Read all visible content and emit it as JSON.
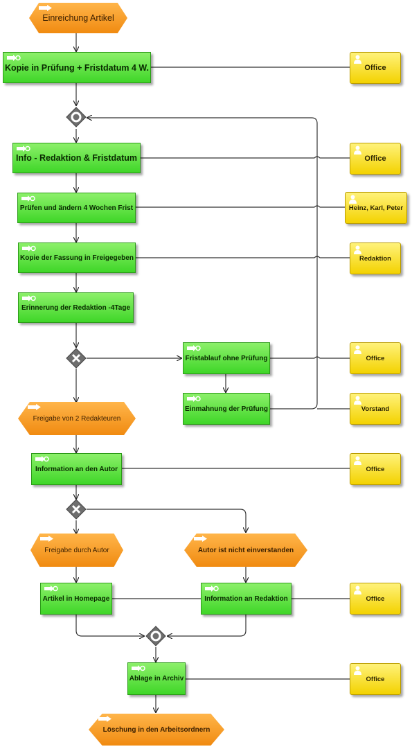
{
  "events": {
    "start": "Einreichung Artikel",
    "approval_two_editors": "Freigabe von 2 Redakteuren",
    "approval_author": "Freigabe durch Autor",
    "author_disagrees": "Autor ist nicht einverstanden",
    "end": "Löschung in den Arbeitsordnern"
  },
  "functions": {
    "copy_review": "Kopie in Prüfung + Fristdatum  4 W.",
    "info_editorial": "Info - Redaktion & Fristdatum",
    "review_change": "Prüfen und ändern 4 Wochen Frist",
    "copy_release": "Kopie der Fassung in Freigegeben",
    "reminder": "Erinnerung der Redaktion -4Tage",
    "deadline_expired": "Fristablauf ohne Prüfung",
    "dunning": "Einmahnung der Prüfung",
    "info_author": "Information an den Autor",
    "article_homepage": "Artikel in Homepage",
    "info_editorial_2": "Information an Redaktion",
    "archive": "Ablage in Archiv"
  },
  "orgs": {
    "office_1": "Office",
    "office_2": "Office",
    "people": "Heinz, Karl, Peter",
    "editorial": "Redaktion",
    "office_3": "Office",
    "board": "Vorstand",
    "office_4": "Office",
    "office_5": "Office",
    "office_6": "Office"
  },
  "gateways": {
    "loop_join": "or",
    "reminder_split": "xor",
    "author_split": "xor",
    "final_join": "or"
  },
  "colors": {
    "function": "#4cdc30",
    "event": "#f5961e",
    "org_unit": "#f8de10",
    "gateway": "#6e6e6e"
  }
}
